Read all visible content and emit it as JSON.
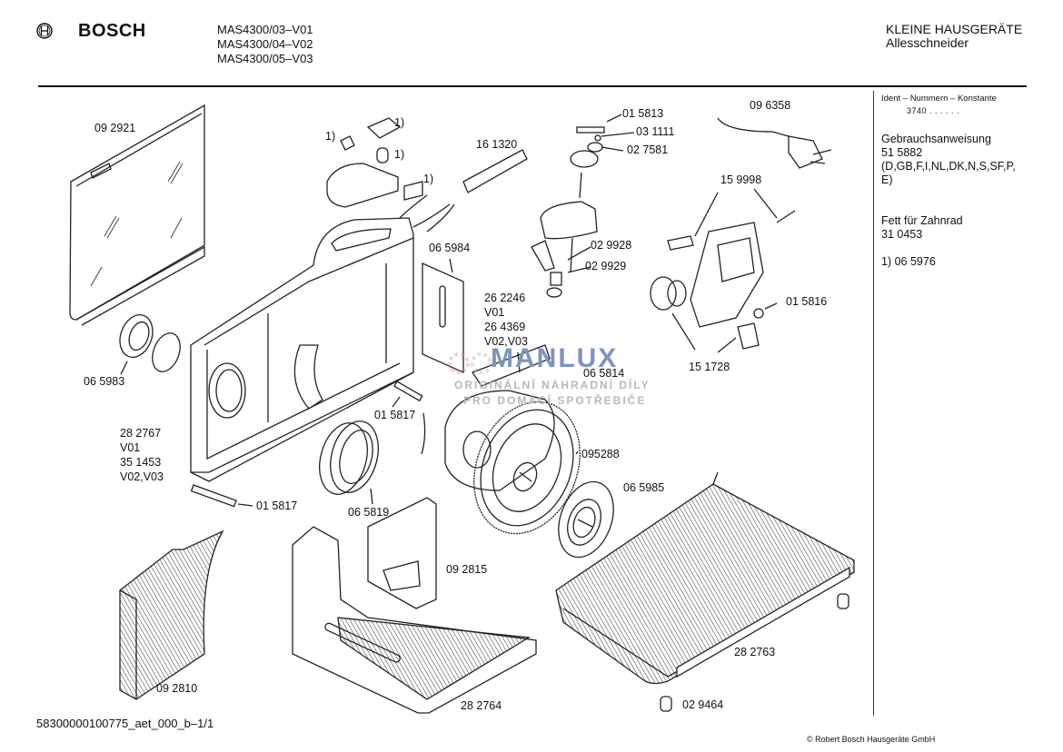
{
  "header": {
    "brand": "BOSCH",
    "models": [
      "MAS4300/03–V01",
      "MAS4300/04–V02",
      "MAS4300/05–V03"
    ],
    "category": "KLEINE HAUSGERÄTE",
    "subcategory": "Allesschneider"
  },
  "sidebar": {
    "ident_heading": "Ident – Nummern – Konstante",
    "ident_value": "3740 . . . . . .",
    "manual_label": "Gebrauchsanweisung",
    "manual_number": "51 5882",
    "manual_languages_1": "(D,GB,F,I,NL,DK,N,S,SF,P,",
    "manual_languages_2": "E)",
    "grease_label": "Fett für Zahnrad",
    "grease_number": "31 0453",
    "footnote": "1)  06 5976"
  },
  "parts": {
    "p092921": "09 2921",
    "p065983": "06 5983",
    "fn1a": "1)",
    "fn1b": "1)",
    "fn1c": "1)",
    "fn1d": "1)",
    "p161320": "16 1320",
    "p015813": "01 5813",
    "p031111": "03 1111",
    "p027581": "02 7581",
    "p096358": "09 6358",
    "p159998": "15 9998",
    "p065984": "06 5984",
    "p029928": "02 9928",
    "p029929": "02 9929",
    "housing_lines": [
      "26 2246",
      "V01",
      "26 4369",
      "V02,V03"
    ],
    "p015816": "01 5816",
    "p151728": "15 1728",
    "p065814": "06 5814",
    "p015817a": "01 5817",
    "base_lines": [
      "28 2767",
      "V01",
      "35 1453",
      "V02,V03"
    ],
    "p015817b": "01 5817",
    "p065819": "06 5819",
    "p095288": "095288",
    "p065985": "06 5985",
    "p092815": "09 2815",
    "p092810": "09 2810",
    "p282764": "28 2764",
    "p282763": "28 2763",
    "p029464": "02 9464"
  },
  "watermark": {
    "title": "MANLUX",
    "line1": "ORIGINÁLNÍ NÁHRADNÍ DÍLY",
    "line2": "PRO DOMÁCÍ SPOTŘEBIČE"
  },
  "footer": {
    "document_id": "58300000100775_aet_000_b–1/1",
    "copyright": "© Robert Bosch Hausgeräte GmbH"
  }
}
